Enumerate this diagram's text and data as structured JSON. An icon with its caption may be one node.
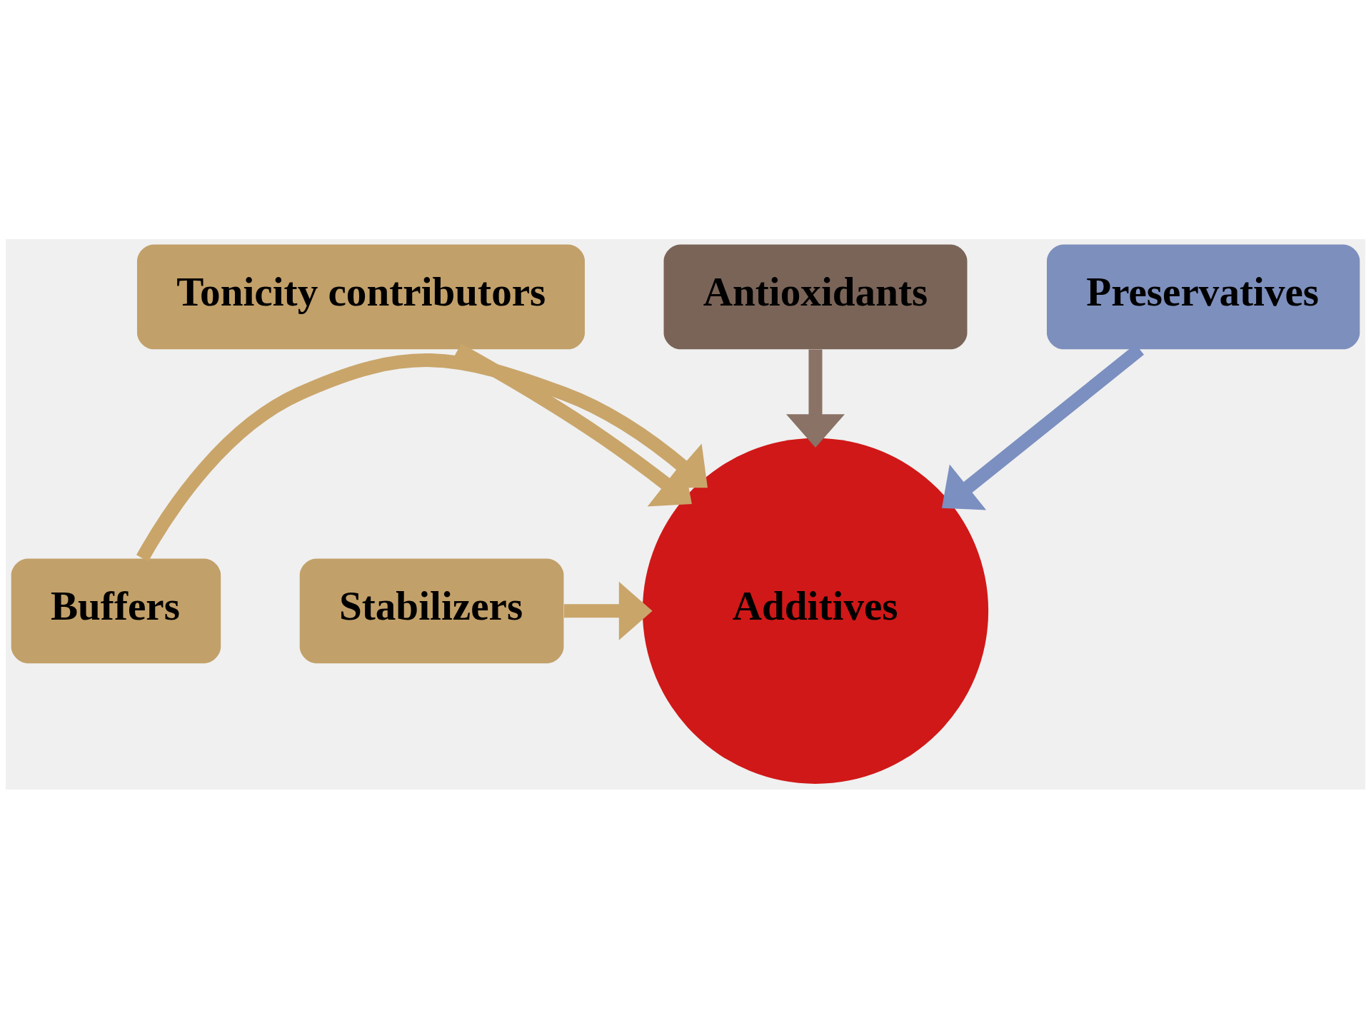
{
  "diagram": {
    "nodes": [
      {
        "text": [
          "Tonicity contributors"
        ]
      },
      {
        "text": [
          "Antioxidants"
        ]
      },
      {
        "text": [
          "Preservatives"
        ]
      },
      {
        "text": [
          "Buffers"
        ]
      },
      {
        "text": [
          "Additives"
        ]
      },
      {
        "text": [
          "Stabilizers"
        ]
      }
    ],
    "edges": [
      {
        "from": 0,
        "to": 4,
        "arrow": "to"
      },
      {
        "from": 1,
        "to": 4,
        "arrow": "to",
        "color": "#8a7266"
      },
      {
        "from": 2,
        "to": 4,
        "arrow": "to",
        "color": "#7b8fc0"
      },
      {
        "from": 3,
        "to": 4,
        "arrow": "to"
      },
      {
        "from": 5,
        "to": 4,
        "arrow": "to"
      }
    ]
  }
}
